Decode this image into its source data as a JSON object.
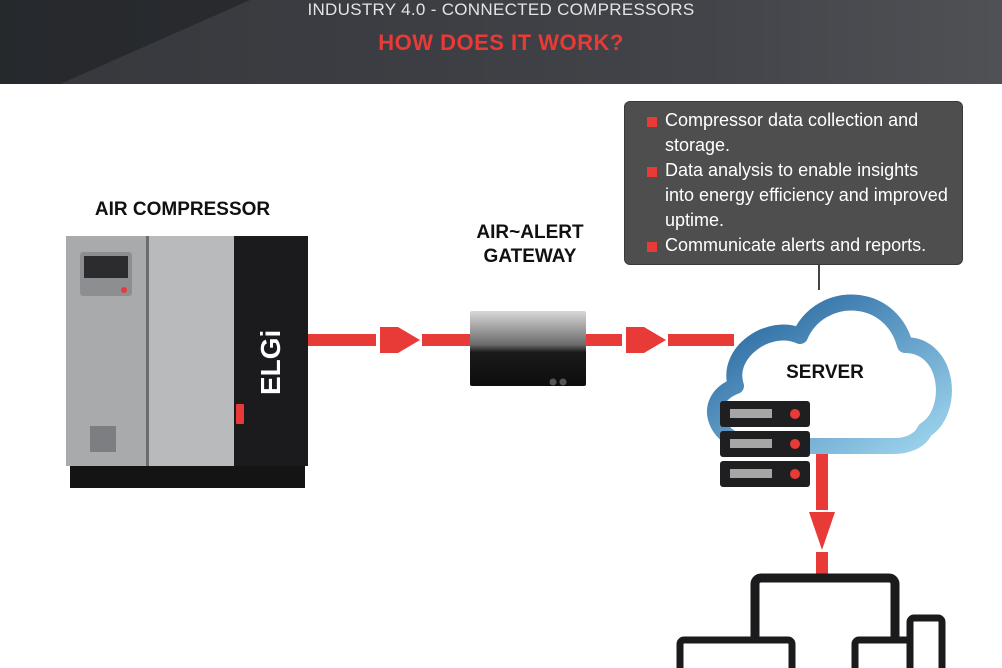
{
  "header": {
    "subtitle": "INDUSTRY 4.0 - CONNECTED COMPRESSORS",
    "title": "HOW DOES IT WORK?"
  },
  "nodes": {
    "compressor": {
      "label": "AIR COMPRESSOR",
      "brand": "ELGi"
    },
    "gateway": {
      "label_line1": "AIR~ALERT",
      "label_line2": "GATEWAY"
    },
    "server": {
      "label": "SERVER"
    }
  },
  "info_box": {
    "items": [
      "Compressor data collection and storage.",
      "Data analysis to enable insights into energy efficiency and improved uptime.",
      "Communicate alerts and reports."
    ]
  },
  "colors": {
    "accent_red": "#e83a36",
    "cloud_blue": "#2f7fb8",
    "dark": "#1b1b1d",
    "panel_gray": "#b7b8ba"
  }
}
